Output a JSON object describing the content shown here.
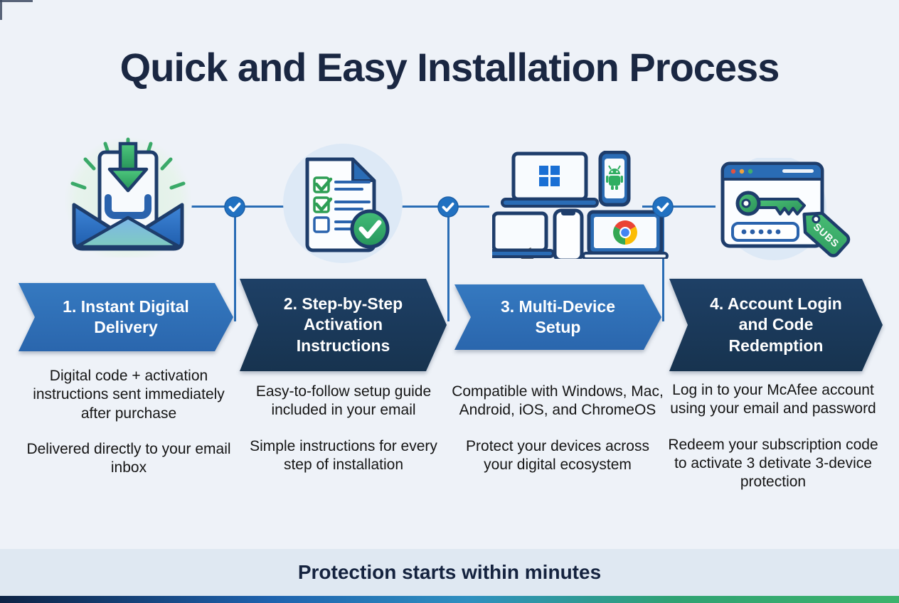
{
  "title": "Quick and Easy Installation Process",
  "steps": [
    {
      "banner": "1. Instant Digital Delivery",
      "icon": "email-download-icon",
      "p1": "Digital code + activation instructions sent immediately after purchase",
      "p2": "Delivered directly to your email inbox"
    },
    {
      "banner": "2. Step-by-Step Activation Instructions",
      "icon": "checklist-document-icon",
      "p1": "Easy-to-follow setup guide included in your email",
      "p2": "Simple instructions for every step of installation"
    },
    {
      "banner": "3. Multi-Device Setup",
      "icon": "multi-device-icon",
      "p1": "Compatible with Windows, Mac, Android, iOS, and ChromeOS",
      "p2": "Protect your devices across your digital ecosystem"
    },
    {
      "banner": "4. Account Login and Code Redemption",
      "icon": "browser-key-icon",
      "p1": "Log in to your McAfee account using your email and password",
      "p2": "Redeem your subscription code to activate 3 detivate 3-device protection"
    }
  ],
  "subs_tag": "SUBS",
  "password_dots": 5,
  "footer": "Protection starts within minutes",
  "palette": {
    "background": "#eef2f8",
    "title_navy": "#1a2742",
    "banner_blue": "#2d6fb6",
    "banner_navy": "#1b3a60",
    "connector_blue": "#2a6db5",
    "accent_green": "#34a867",
    "outline_navy": "#1e3d6b",
    "footer_band": "#dfe8f2",
    "gradient_bar_left": "#0d2345",
    "gradient_bar_mid": "#2f8fc0",
    "gradient_bar_right": "#3cb36c"
  }
}
